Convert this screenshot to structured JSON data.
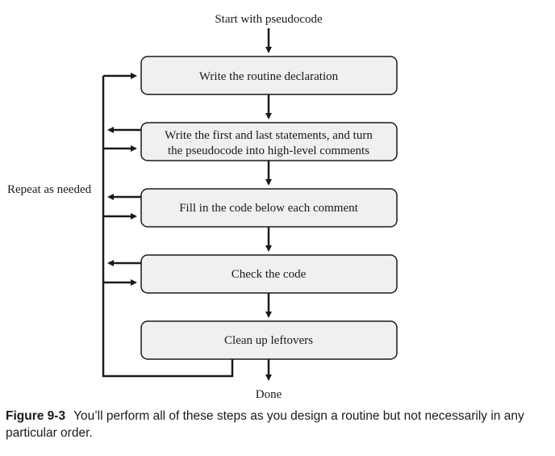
{
  "diagram": {
    "start_label": "Start with pseudocode",
    "end_label": "Done",
    "loop_label": "Repeat as needed",
    "steps": [
      {
        "lines": [
          "Write the routine declaration"
        ]
      },
      {
        "lines": [
          "Write the first and last statements, and turn",
          "the pseudocode into high-level comments"
        ]
      },
      {
        "lines": [
          "Fill in the code below each comment"
        ]
      },
      {
        "lines": [
          "Check the code"
        ]
      },
      {
        "lines": [
          "Clean up leftovers"
        ]
      }
    ]
  },
  "caption": {
    "figure_number": "Figure 9-3",
    "text": "You’ll perform all of these steps as you design a routine but not necessarily in any particular order."
  }
}
